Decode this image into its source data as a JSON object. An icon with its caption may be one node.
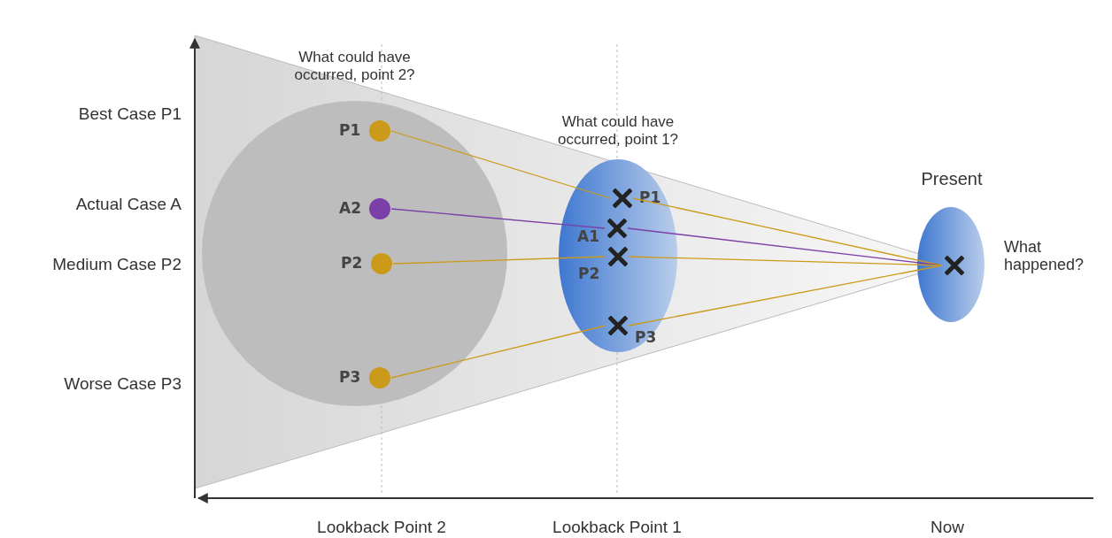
{
  "diagram": {
    "nodes": [
      {
        "text": [
          "What could have occurred, point 2?"
        ]
      },
      {
        "text": [
          "P1"
        ],
        "in": 0
      },
      {
        "text": [
          "A2"
        ],
        "in": 0
      },
      {
        "text": [
          "P2"
        ],
        "in": 0
      },
      {
        "text": [
          "P3"
        ],
        "in": 0
      },
      {
        "text": [
          "What could have occurred, point 1?"
        ]
      },
      {
        "text": [
          "P1"
        ],
        "in": 5
      },
      {
        "text": [
          "A1"
        ],
        "in": 5
      },
      {
        "text": [
          "P2"
        ],
        "in": 5
      },
      {
        "text": [
          "P3"
        ],
        "in": 5
      },
      {
        "text": [
          "Present"
        ],
        "beside": [
          "What happened?"
        ]
      },
      {
        "text": [],
        "shape": "cross",
        "in": 10
      }
    ],
    "edges": [
      {
        "from": 1,
        "to": 6,
        "arrow": "none"
      },
      {
        "from": 6,
        "to": 11,
        "arrow": "none"
      },
      {
        "from": 2,
        "to": 7,
        "arrow": "none",
        "color": "#7b3fa8"
      },
      {
        "from": 7,
        "to": 11,
        "arrow": "none",
        "color": "#7b3fa8"
      },
      {
        "from": 3,
        "to": 8,
        "arrow": "none"
      },
      {
        "from": 8,
        "to": 11,
        "arrow": "none"
      },
      {
        "from": 4,
        "to": 9,
        "arrow": "none"
      },
      {
        "from": 9,
        "to": 11,
        "arrow": "none"
      }
    ],
    "labels": [
      "Best Case P1",
      "Actual Case A",
      "Medium Case P2",
      "Worse Case P3",
      "Lookback Point 2",
      "Lookback Point 1",
      "Now"
    ]
  }
}
